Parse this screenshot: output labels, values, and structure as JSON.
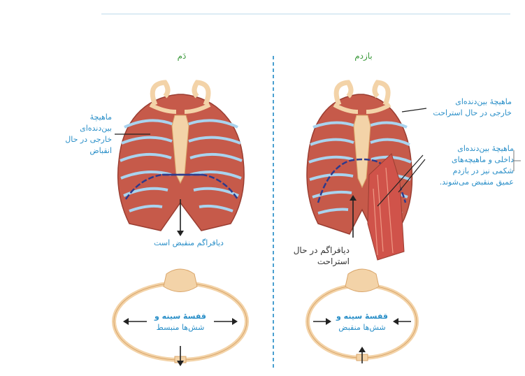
{
  "panels": {
    "inhale": {
      "title": "دَم",
      "label_muscle": [
        "ماهیچهٔ",
        "بین‌دنده‌ای",
        "خارجی در حال",
        "انقباض"
      ],
      "label_diaphragm": "دیافراگم منقبض است",
      "label_chest": [
        "قفسهٔ سینه و",
        "شش‌ها منبسط"
      ]
    },
    "exhale": {
      "title": "بازدم",
      "label_external": [
        "ماهیچهٔ بین‌دنده‌ای",
        "خارجی در حال استراحت"
      ],
      "label_internal": [
        "ماهیچهٔ بین‌دنده‌ای",
        "داخلی و ماهیچه‌های",
        "شکمی نیز در بازدم",
        "عمیق منقبض می‌شوند."
      ],
      "label_diaphragm": [
        "دیافراگم در حال",
        "استراحت"
      ],
      "label_chest": [
        "قفسهٔ سینه و",
        "شش‌ها منقبض"
      ]
    }
  },
  "colors": {
    "rib": "#c65a4a",
    "rib_dark": "#9a3e32",
    "cartilage": "#a9d3ee",
    "bone": "#f3d3a8",
    "bone_edge": "#d9a56a",
    "diaphragm": "#2d3a8c",
    "divider": "#4aa0d0",
    "label": "#2a8fc8",
    "title": "#3c9a3c"
  }
}
